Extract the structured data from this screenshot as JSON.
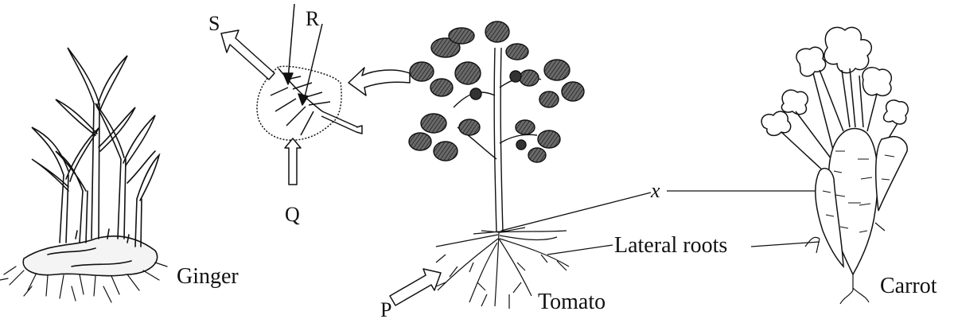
{
  "labels": {
    "ginger": "Ginger",
    "tomato": "Tomato",
    "carrot": "Carrot",
    "lateral_roots": "Lateral roots",
    "x": "x",
    "p": "P",
    "q": "Q",
    "r": "R",
    "s": "S"
  },
  "colors": {
    "ink": "#111111",
    "leaf_shade": "#4a4a4a",
    "background": "#ffffff"
  }
}
